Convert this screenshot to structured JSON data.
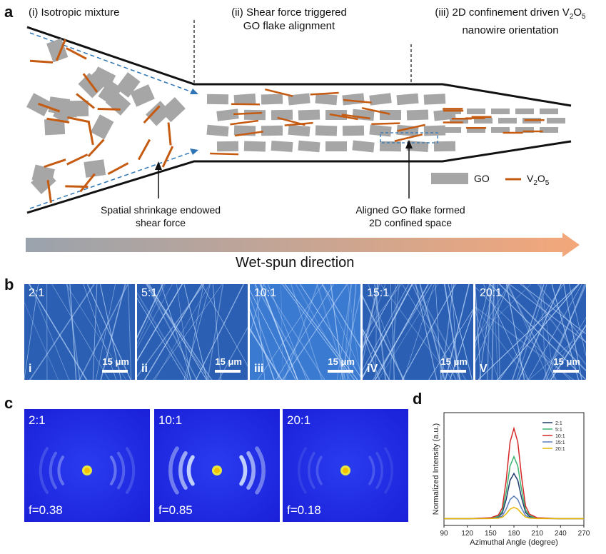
{
  "panels": {
    "a": {
      "letter": "a",
      "stage1": "(i) Isotropic mixture",
      "stage2_line1": "(ii) Shear force triggered",
      "stage2_line2": "GO flake alignment",
      "stage3_line1": "(iii) 2D confinement driven V",
      "stage3_sub1": "2",
      "stage3_mid": "O",
      "stage3_sub2": "5",
      "stage3_line2": "nanowire orientation",
      "callout_left_line1": "Spatial shrinkage endowed",
      "callout_left_line2": "shear force",
      "callout_right_line1": "Aligned GO flake formed",
      "callout_right_line2": "2D confined space",
      "legend_go": "GO",
      "legend_v_prefix": "V",
      "legend_v_sub1": "2",
      "legend_v_mid": "O",
      "legend_v_sub2": "5",
      "arrow_label": "Wet-spun direction",
      "colors": {
        "go": "#a6a6a6",
        "v2o5": "#c55a11",
        "dash": "#2e75b6",
        "arrow_start": "#9aa3ad",
        "arrow_end": "#f4a77a"
      }
    },
    "b": {
      "letter": "b",
      "images": [
        {
          "ratio": "2:1",
          "roman": "i",
          "scale": "15 μm"
        },
        {
          "ratio": "5:1",
          "roman": "ii",
          "scale": "15 μm"
        },
        {
          "ratio": "10:1",
          "roman": "iii",
          "scale": "15 μm"
        },
        {
          "ratio": "15:1",
          "roman": "iV",
          "scale": "15 μm"
        },
        {
          "ratio": "20:1",
          "roman": "V",
          "scale": "15 μm"
        }
      ]
    },
    "c": {
      "letter": "c",
      "images": [
        {
          "ratio": "2:1",
          "f": "f=0.38"
        },
        {
          "ratio": "10:1",
          "f": "f=0.85"
        },
        {
          "ratio": "20:1",
          "f": "f=0.18"
        }
      ]
    },
    "d": {
      "letter": "d"
    }
  },
  "chart_data": {
    "type": "line",
    "xlabel": "Azimuthal Angle (degree)",
    "ylabel": "Normalized Intensity (a.u.)",
    "xlim": [
      90,
      270
    ],
    "xticks": [
      "90",
      "120",
      "150",
      "180",
      "210",
      "240",
      "270"
    ],
    "legend_position": "top-right",
    "series": [
      {
        "name": "2:1",
        "color": "#1f3a6b",
        "peak": 0.4
      },
      {
        "name": "5:1",
        "color": "#3cb371",
        "peak": 0.55
      },
      {
        "name": "10:1",
        "color": "#d62728",
        "peak": 0.8
      },
      {
        "name": "15:1",
        "color": "#5b7fbf",
        "peak": 0.2
      },
      {
        "name": "20:1",
        "color": "#e6b800",
        "peak": 0.1
      }
    ],
    "x": [
      90,
      120,
      150,
      160,
      165,
      170,
      175,
      180,
      185,
      190,
      195,
      200,
      210,
      240,
      270
    ],
    "shape": [
      0.0,
      0.0,
      0.01,
      0.04,
      0.12,
      0.42,
      0.85,
      1.0,
      0.85,
      0.45,
      0.14,
      0.05,
      0.01,
      0.0,
      0.0
    ],
    "baseline": 0.06
  }
}
